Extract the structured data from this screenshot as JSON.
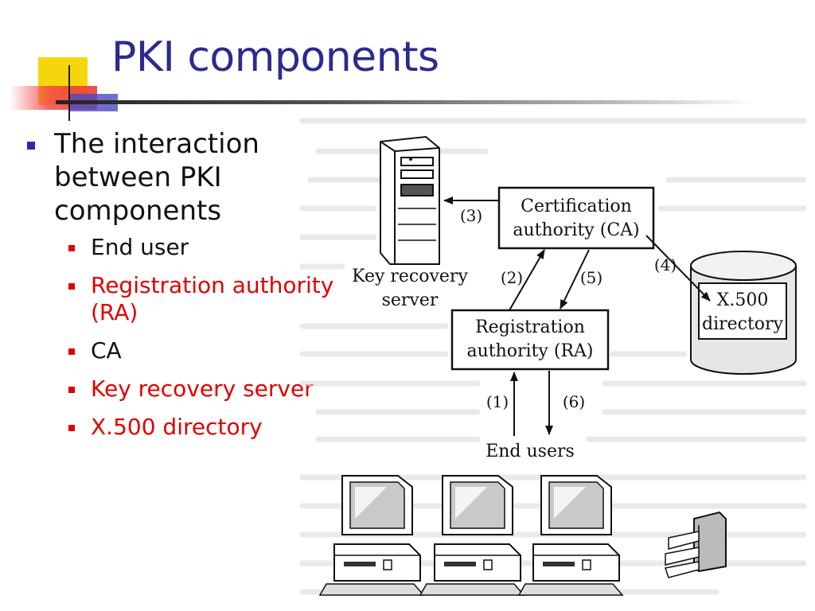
{
  "slide": {
    "title": "PKI components",
    "bullet_main": "The interaction between PKI components",
    "sub_bullets": [
      {
        "text": "End user",
        "color": "#111111"
      },
      {
        "text": "Registration authority (RA)",
        "color": "#e00000"
      },
      {
        "text": "CA",
        "color": "#111111"
      },
      {
        "text": "Key recovery server",
        "color": "#e00000"
      },
      {
        "text": "X.500 directory",
        "color": "#e00000"
      }
    ]
  },
  "diagram": {
    "ca_line1": "Certification",
    "ca_line2": "authority (CA)",
    "ra_line1": "Registration",
    "ra_line2": "authority (RA)",
    "krs_line1": "Key recovery",
    "krs_line2": "server",
    "dir_line1": "X.500",
    "dir_line2": "directory",
    "end_users": "End users",
    "label_1": "(1)",
    "label_2": "(2)",
    "label_3": "(3)",
    "label_4": "(4)",
    "label_5": "(5)",
    "label_6": "(6)"
  },
  "colors": {
    "title": "#2b2b8f",
    "bullet_main": "#2b2bb0",
    "bullet_sub": "#e00000"
  }
}
